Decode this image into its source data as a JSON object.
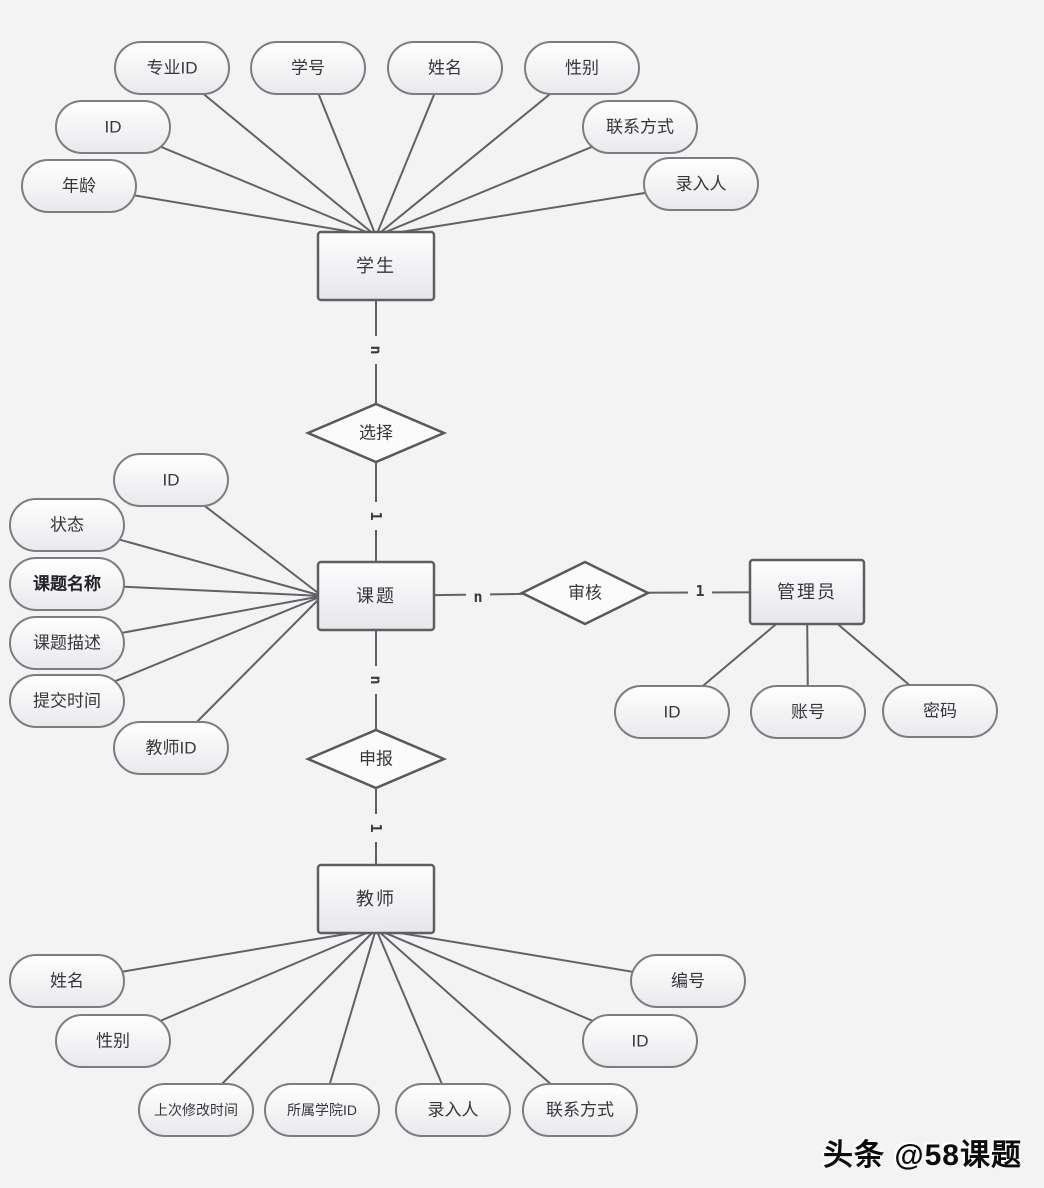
{
  "entities": {
    "student": {
      "label": "学生"
    },
    "topic": {
      "label": "课题"
    },
    "admin": {
      "label": "管理员"
    },
    "teacher": {
      "label": "教师"
    }
  },
  "relations": {
    "select": {
      "label": "选择",
      "student_side": "n",
      "topic_side": "1"
    },
    "review": {
      "label": "审核",
      "topic_side": "n",
      "admin_side": "1"
    },
    "declare": {
      "label": "申报",
      "topic_side": "n",
      "teacher_side": "1"
    }
  },
  "student_attrs": {
    "major_id": "专业ID",
    "student_no": "学号",
    "name": "姓名",
    "gender": "性别",
    "id": "ID",
    "contact": "联系方式",
    "age": "年龄",
    "entered_by": "录入人"
  },
  "topic_attrs": {
    "id": "ID",
    "status": "状态",
    "topic_name": "课题名称",
    "topic_desc": "课题描述",
    "submit_time": "提交时间",
    "teacher_id": "教师ID"
  },
  "admin_attrs": {
    "id": "ID",
    "account": "账号",
    "password": "密码"
  },
  "teacher_attrs": {
    "name": "姓名",
    "gender": "性别",
    "last_modified": "上次修改时间",
    "college_id": "所属学院ID",
    "entered_by": "录入人",
    "contact": "联系方式",
    "id": "ID",
    "number": "编号"
  },
  "watermark": "头条 @58课题",
  "colors": {
    "background": "#f3f3f4",
    "shape_stroke": "#5f5f63",
    "line": "#626266"
  }
}
